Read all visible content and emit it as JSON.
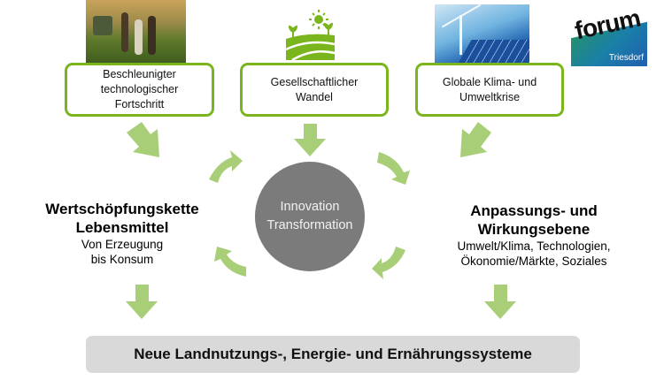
{
  "drivers": [
    {
      "label_lines": [
        "Beschleunigter",
        "technologischer",
        "Fortschritt"
      ],
      "image": "farmers-field-photo"
    },
    {
      "label_lines": [
        "Gesellschaftlicher",
        "Wandel"
      ],
      "image": "landscape-sun-icon"
    },
    {
      "label_lines": [
        "Globale Klima- und",
        "Umweltkrise"
      ],
      "image": "wind-solar-photo"
    }
  ],
  "logo": {
    "word": "forum",
    "sub": "Triesdorf"
  },
  "center": {
    "line1": "Innovation",
    "line2": "Transformation"
  },
  "left": {
    "title1": "Wertschöpfungskette",
    "title2": "Lebensmittel",
    "sub1": "Von Erzeugung",
    "sub2": "bis Konsum"
  },
  "right": {
    "title1": "Anpassungs- und",
    "title2": "Wirkungsebene",
    "sub1": "Umwelt/Klima, Technologien,",
    "sub2": "Ökonomie/Märkte, Soziales"
  },
  "bottom": {
    "label": "Neue Landnutzungs-, Energie- und Ernährungssysteme"
  },
  "colors": {
    "green": "#7ab51d",
    "arrow": "#a8cf78",
    "gray": "#7b7b7b",
    "bar": "#d9d9d9"
  }
}
